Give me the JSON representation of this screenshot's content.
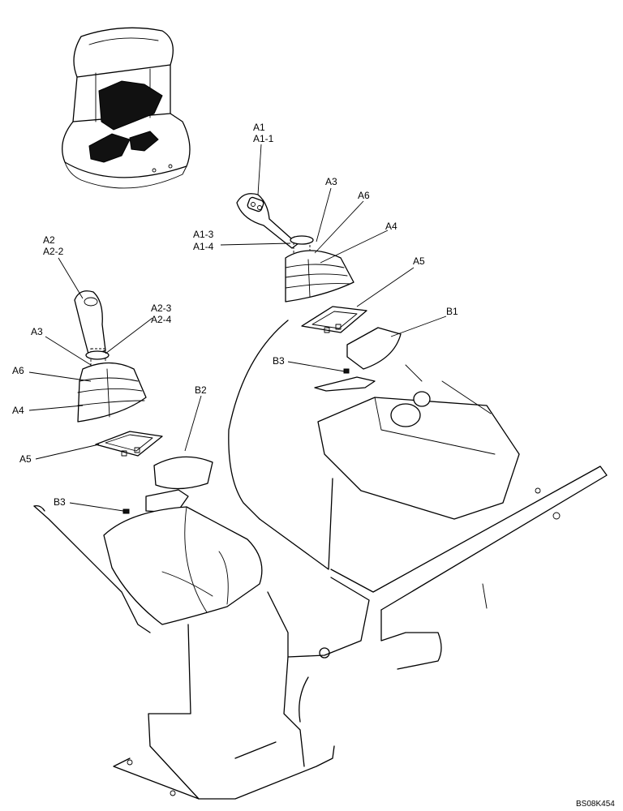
{
  "labels": {
    "a1": "A1",
    "a1_1": "A1-1",
    "a1_3": "A1-3",
    "a1_4": "A1-4",
    "a3_right": "A3",
    "a6_right": "A6",
    "a4_right": "A4",
    "a5_right": "A5",
    "b1": "B1",
    "b3_right": "B3",
    "a2": "A2",
    "a2_2": "A2-2",
    "a2_3": "A2-3",
    "a2_4": "A2-4",
    "a3_left": "A3",
    "a6_left": "A6",
    "a4_left": "A4",
    "a5_left": "A5",
    "b2": "B2",
    "b3_left": "B3"
  },
  "drawing_ref": "BS08K454"
}
